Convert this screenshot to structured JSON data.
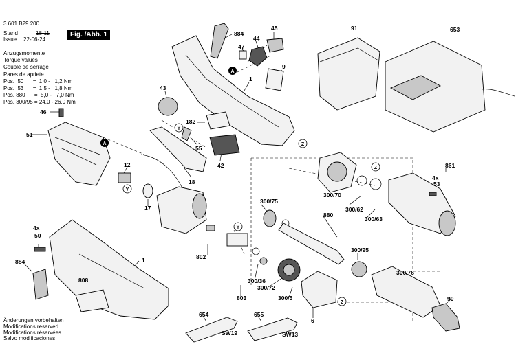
{
  "header": {
    "doc_number": "3 601 B29 200",
    "stand_label": "Stand",
    "stand_value": "18-11",
    "issue_label": "Issue",
    "issue_value": "22-06-24",
    "figure_label": "Fig. /Abb. 1"
  },
  "torque": {
    "title_lines": [
      "Anzugsmomente",
      "Torque values",
      "Couple de serrage",
      "Pares de apriete"
    ],
    "rows": [
      "Pos.  50      =  1,0 -   1,2 Nm",
      "Pos.  53      =  1,5 -   1,8 Nm",
      "Pos. 880      =  5,0 -   7,0 Nm",
      "Pos. 300/95 = 24,0 - 26,0 Nm"
    ]
  },
  "notes": [
    "Änderungen vorbehalten",
    "Modifications reserved",
    "Modifications réservées",
    "Salvo modificaciones"
  ],
  "markers": [
    "A",
    "A",
    "Y",
    "Y",
    "Y",
    "Z",
    "Z",
    "Z"
  ],
  "wrench_sizes": [
    "SW19",
    "SW13"
  ],
  "part_numbers": [
    "884",
    "44",
    "45",
    "91",
    "653",
    "47",
    "9",
    "1",
    "43",
    "46",
    "182",
    "51",
    "55",
    "42",
    "12",
    "18",
    "300/70",
    "861",
    "4x",
    "53",
    "17",
    "300/75",
    "300/62",
    "300/63",
    "880",
    "4x",
    "50",
    "802",
    "300/95",
    "884",
    "1",
    "808",
    "300/36",
    "300/72",
    "300/76",
    "803",
    "300/5",
    "6",
    "90",
    "654",
    "655"
  ]
}
